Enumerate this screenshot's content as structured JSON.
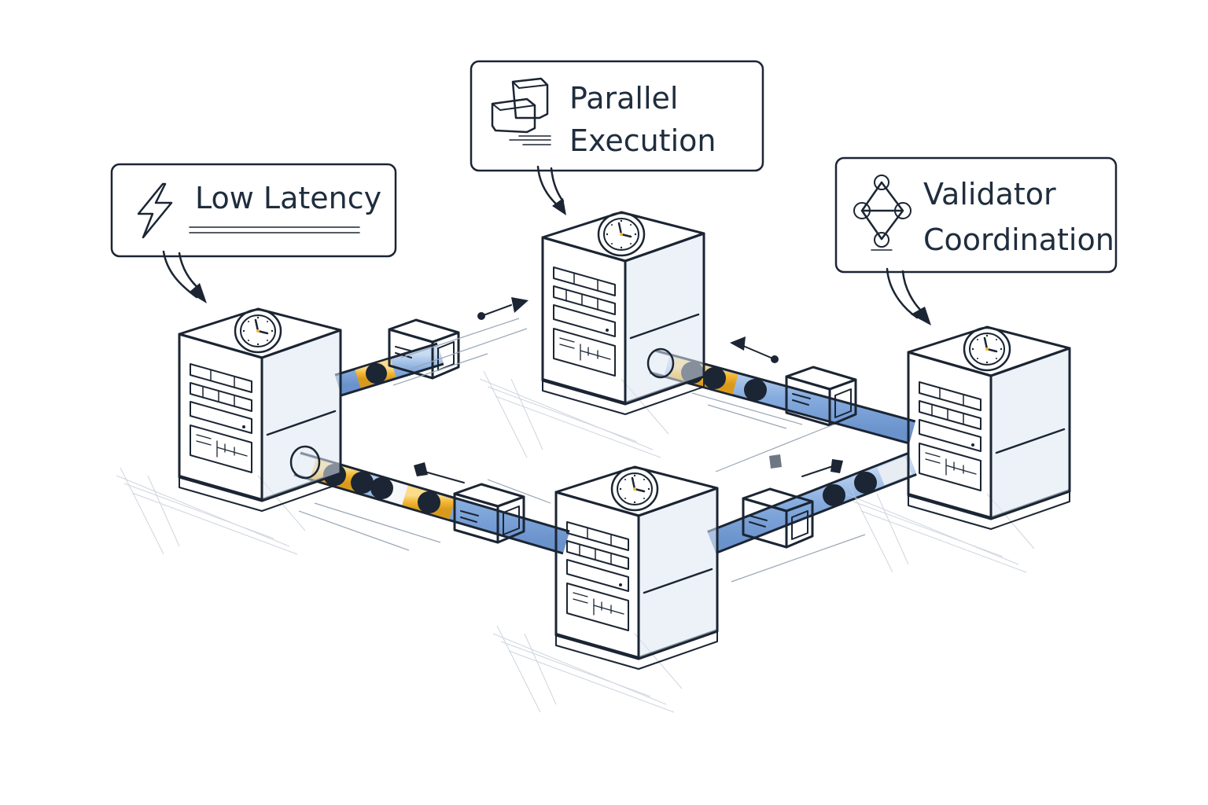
{
  "diagram": {
    "title": "Low-latency validator network with parallel execution",
    "callouts": [
      {
        "id": "low-latency",
        "lines": [
          "Low Latency"
        ],
        "icon": "lightning-bolt-icon",
        "target": "node-west"
      },
      {
        "id": "parallel-execution",
        "lines": [
          "Parallel",
          "Execution"
        ],
        "icon": "stacked-cubes-icon",
        "target": "node-north"
      },
      {
        "id": "validator-coordination",
        "lines": [
          "Validator",
          "Coordination"
        ],
        "icon": "network-nodes-icon",
        "target": "node-east"
      }
    ],
    "nodes": [
      {
        "id": "node-west",
        "type": "server",
        "icon": "clock-icon"
      },
      {
        "id": "node-north",
        "type": "server",
        "icon": "clock-icon"
      },
      {
        "id": "node-east",
        "type": "server",
        "icon": "clock-icon"
      },
      {
        "id": "node-south",
        "type": "server",
        "icon": "clock-icon"
      }
    ],
    "links": [
      {
        "from": "node-west",
        "to": "node-north",
        "direction": "to-north"
      },
      {
        "from": "node-north",
        "to": "node-east",
        "direction": "to-north"
      },
      {
        "from": "node-west",
        "to": "node-south",
        "direction": "to-west"
      },
      {
        "from": "node-south",
        "to": "node-east",
        "direction": "to-east"
      }
    ],
    "colors": {
      "ink": "#1b2533",
      "accent_yellow": "#f2b632",
      "accent_blue": "#7fa8dc",
      "panel_blue": "#6f96c8",
      "server_face": "#f4f6f9",
      "server_side": "#e3ebf3",
      "callout_bg": "#fbfbf8"
    }
  }
}
